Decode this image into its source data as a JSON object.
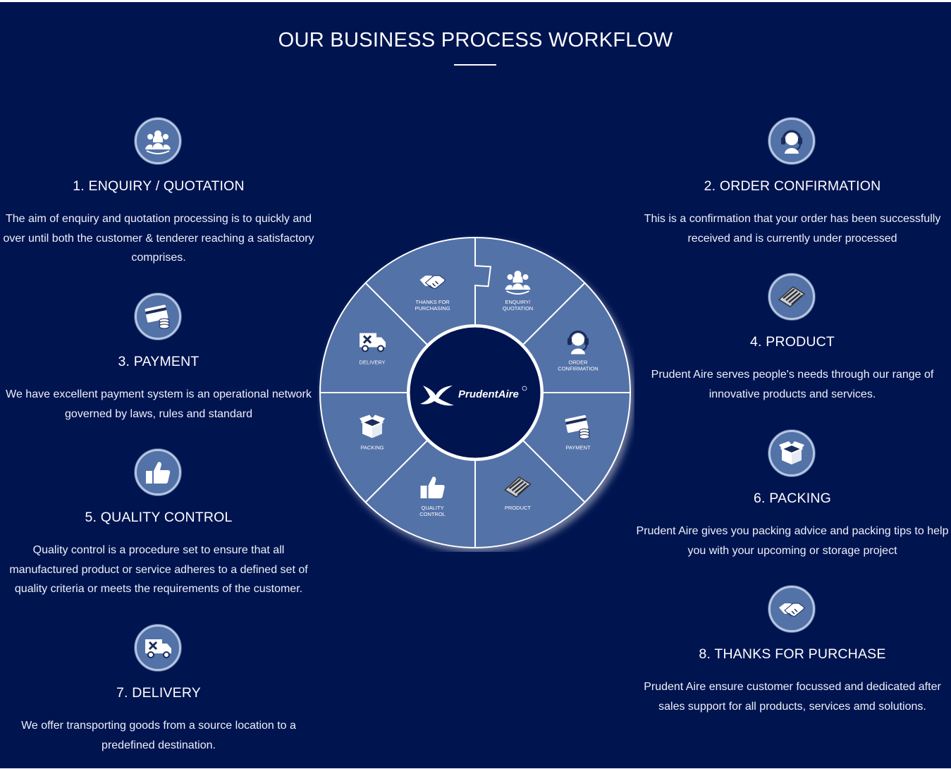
{
  "header": {
    "title": "OUR BUSINESS PROCESS WORKFLOW"
  },
  "steps": [
    {
      "title": "1. ENQUIRY / QUOTATION",
      "icon": "team-icon",
      "description": "The aim of enquiry and quotation processing is to quickly and over until both the customer & tenderer reaching a satisfactory comprises."
    },
    {
      "title": "2. ORDER CONFIRMATION",
      "icon": "headset-icon",
      "description": "This is a confirmation that your order has been successfully received and is currently under processed"
    },
    {
      "title": "3. PAYMENT",
      "icon": "payment-card-icon",
      "description": "We have excellent payment system is an operational network governed by laws, rules and standard"
    },
    {
      "title": "4. PRODUCT",
      "icon": "air-grille-icon",
      "description": "Prudent Aire serves people's needs through our range of innovative products and services."
    },
    {
      "title": "5. QUALITY CONTROL",
      "icon": "thumbs-up-icon",
      "description": "Quality control is a procedure set to ensure that all manufactured product or service adheres to a defined set of quality criteria or meets the requirements of the customer."
    },
    {
      "title": "6. PACKING",
      "icon": "box-icon",
      "description": "Prudent Aire gives you packing advice and packing tips to help you with your upcoming or storage project"
    },
    {
      "title": "7. DELIVERY",
      "icon": "delivery-truck-icon",
      "description": "We offer transporting goods from a source location to a predefined destination."
    },
    {
      "title": "8. THANKS FOR PURCHASE",
      "icon": "handshake-icon",
      "description": "Prudent Aire ensure customer focussed and dedicated after sales support for all products, services amd solutions."
    }
  ],
  "wheel": {
    "logo_text": "PrudentAire",
    "segments": [
      {
        "line1": "ENQUIRY/",
        "line2": "QUOTATION",
        "icon": "team-icon"
      },
      {
        "line1": "ORDER",
        "line2": "CONFIRMATION",
        "icon": "headset-icon"
      },
      {
        "line1": "PAYMENT",
        "line2": "",
        "icon": "payment-card-icon"
      },
      {
        "line1": "PRODUCT",
        "line2": "",
        "icon": "air-grille-icon"
      },
      {
        "line1": "QUALITY",
        "line2": "CONTROL",
        "icon": "thumbs-up-icon"
      },
      {
        "line1": "PACKING",
        "line2": "",
        "icon": "box-icon"
      },
      {
        "line1": "DELIVERY",
        "line2": "",
        "icon": "delivery-truck-icon"
      },
      {
        "line1": "THANKS FOR",
        "line2": "PURCHASING",
        "icon": "handshake-icon"
      }
    ]
  },
  "colors": {
    "background": "#001450",
    "segment": "#5272a8",
    "hub": "#001450",
    "badge_ring": "#b7c6de"
  }
}
